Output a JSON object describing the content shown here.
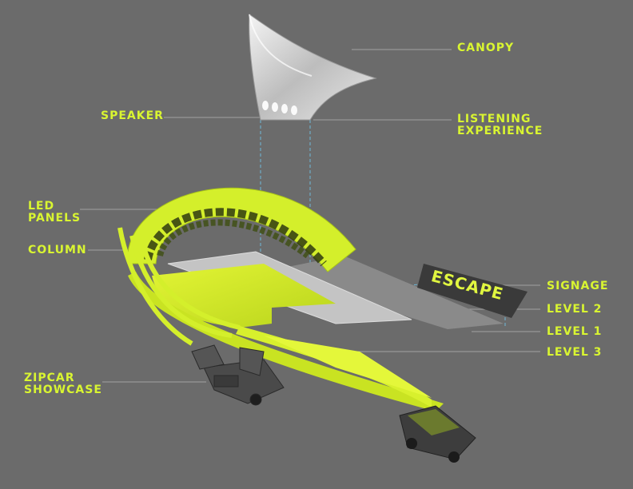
{
  "colors": {
    "background": "#6b6b6b",
    "accent": "#d4ef2b",
    "leader_line": "#a0a0a0",
    "dashed_line": "#6fb8d8",
    "sign_panel": "#3a3a3a"
  },
  "labels": {
    "canopy": "CANOPY",
    "speaker": "SPEAKER",
    "listening_1": "LISTENING",
    "listening_2": "EXPERIENCE",
    "led_1": "LED",
    "led_2": "PANELS",
    "column": "COLUMN",
    "signage": "SIGNAGE",
    "level2": "LEVEL 2",
    "level1": "LEVEL 1",
    "level3": "LEVEL 3",
    "zipcar_1": "ZIPCAR",
    "zipcar_2": "SHOWCASE"
  },
  "sign_text": "ESCAPE",
  "icons": {
    "speakers": "speaker-icon",
    "car": "car-icon"
  }
}
